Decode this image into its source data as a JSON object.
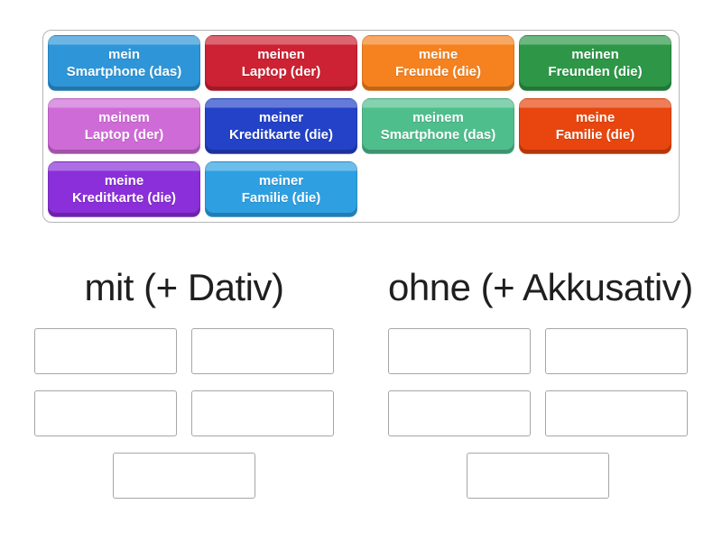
{
  "activity": {
    "type_hint": "group-sort drag-and-drop exercise"
  },
  "tray": {
    "tiles": [
      {
        "line1": "mein",
        "line2": "Smartphone (das)",
        "color": "#2E96D8"
      },
      {
        "line1": "meinen",
        "line2": "Laptop (der)",
        "color": "#CC2233"
      },
      {
        "line1": "meine",
        "line2": "Freunde (die)",
        "color": "#F5821F"
      },
      {
        "line1": "meinen",
        "line2": "Freunden (die)",
        "color": "#2D9747"
      },
      {
        "line1": "meinem",
        "line2": "Laptop (der)",
        "color": "#CF6BD7"
      },
      {
        "line1": "meiner",
        "line2": "Kreditkarte (die)",
        "color": "#2342C8"
      },
      {
        "line1": "meinem",
        "line2": "Smartphone (das)",
        "color": "#4FBE8D"
      },
      {
        "line1": "meine",
        "line2": "Familie (die)",
        "color": "#E8460E"
      },
      {
        "line1": "meine",
        "line2": "Kreditkarte (die)",
        "color": "#8A2FD9"
      },
      {
        "line1": "meiner",
        "line2": "Familie (die)",
        "color": "#2EA0E2"
      }
    ]
  },
  "groups": [
    {
      "title": "mit (+ Dativ)",
      "slot_count": 5
    },
    {
      "title": "ohne (+ Akkusativ)",
      "slot_count": 5
    }
  ]
}
